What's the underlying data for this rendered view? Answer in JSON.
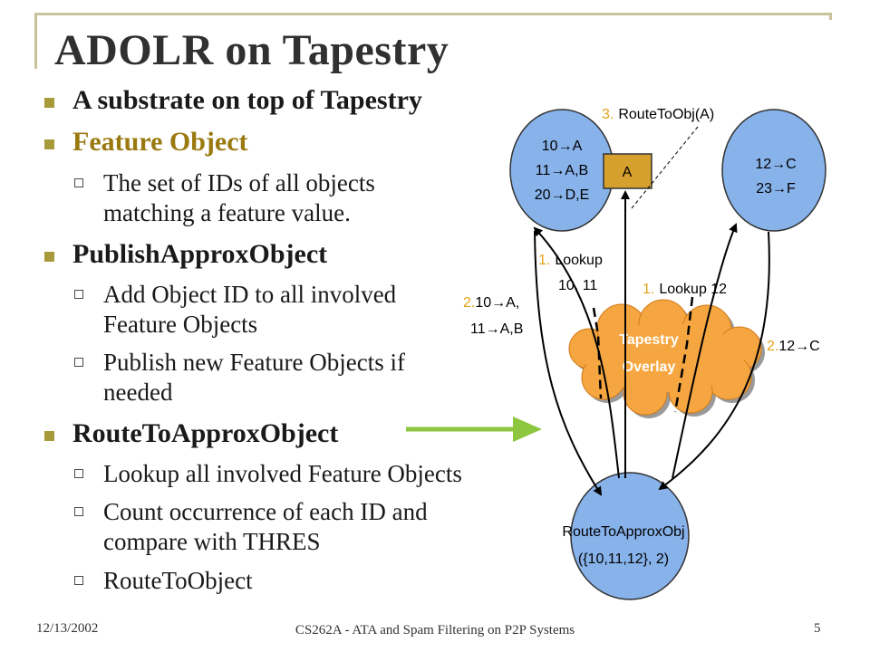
{
  "slide": {
    "title": "ADOLR on Tapestry",
    "footer_date": "12/13/2002",
    "footer_course": "CS262A - ATA and Spam Filtering on P2P Systems",
    "page_number": "5"
  },
  "bullets": [
    {
      "text": "A substrate on top of Tapestry",
      "highlight": false
    },
    {
      "text": "Feature Object",
      "highlight": true,
      "sub": [
        "The set of IDs of all objects matching a feature value."
      ]
    },
    {
      "text": "PublishApproxObject",
      "highlight": false,
      "sub": [
        "Add Object ID to all involved Feature Objects",
        "Publish new Feature Objects if needed"
      ]
    },
    {
      "text": "RouteToApproxObject",
      "highlight": false,
      "sub": [
        "Lookup all involved Feature Objects",
        "Count occurrence of each ID and compare with THRES",
        "RouteToObject"
      ]
    }
  ],
  "diagram": {
    "node_left": [
      "10→A",
      "11→A,B",
      "20→D,E"
    ],
    "node_right": [
      "12→C",
      "23→F"
    ],
    "object_box": "A",
    "cloud": [
      "Tapestry",
      "Overlay"
    ],
    "node_bottom": [
      "RouteToApproxObj",
      "({10,11,12}, 2)"
    ],
    "step3": {
      "num": "3.",
      "text": "RouteToObj(A)"
    },
    "step1_left": {
      "num": "1.",
      "line1": "Lookup",
      "line2": "10, 11"
    },
    "step1_right": {
      "num": "1.",
      "text": "Lookup 12"
    },
    "step2_left": {
      "num": "2.",
      "line1": "10→A,",
      "line2": "11→A,B"
    },
    "step2_right": {
      "num": "2.",
      "text": "12→C"
    },
    "colors": {
      "node_fill": "#87b2ea",
      "cloud_fill": "#f6a640",
      "cloud_text": "#ffffff",
      "box_fill": "#d6a02e",
      "step_num": "#e3a21a",
      "arrow_green": "#8dc63f",
      "frame": "#c8c39a",
      "bullet_square": "#a69a3a"
    }
  }
}
